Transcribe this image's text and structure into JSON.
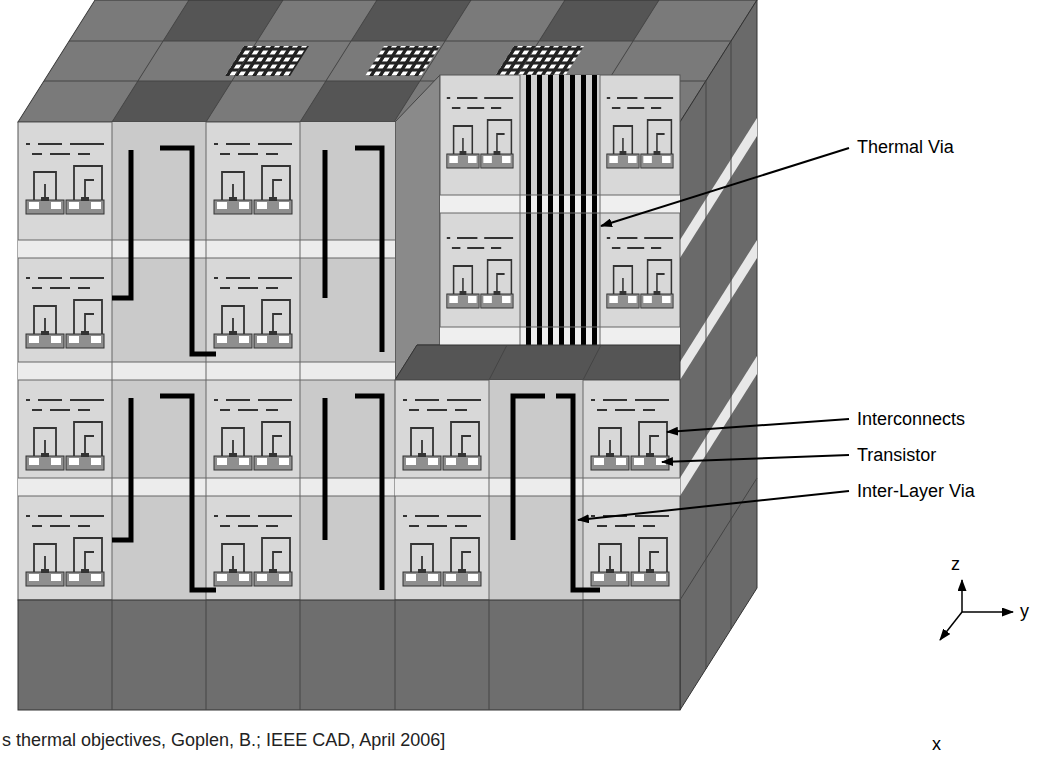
{
  "diagram": {
    "caption": "s thermal objectives, Goplen, B.; IEEE CAD, April 2006]",
    "labels": [
      "Thermal Via",
      "Interconnects",
      "Transistor",
      "Inter-Layer Via",
      "z",
      "y",
      "x"
    ]
  }
}
